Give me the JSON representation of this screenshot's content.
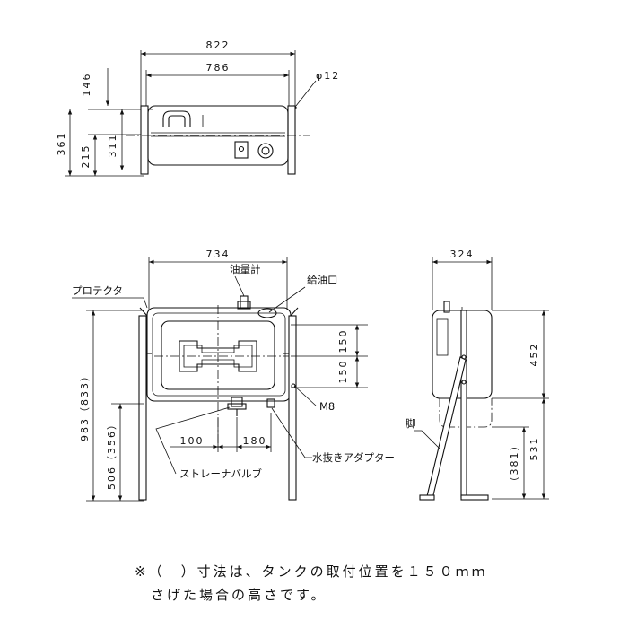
{
  "top_view": {
    "dims": {
      "overall_width": "822",
      "inner_width": "786",
      "hole_dia": "φ12",
      "h146": "146",
      "h361": "361",
      "h215": "215",
      "h311": "311"
    }
  },
  "front_view": {
    "dims": {
      "width": "734",
      "d150a": "150",
      "d150b": "150",
      "h983": "983（833）",
      "h506": "506（356）",
      "d100": "100",
      "d180": "180"
    },
    "labels": {
      "gauge": "油量計",
      "filler": "給油口",
      "protector": "プロテクタ",
      "bolt": "M8",
      "strainer": "ストレーナバルブ",
      "drain": "水抜きアダプター"
    }
  },
  "side_view": {
    "dims": {
      "depth": "324",
      "h452": "452",
      "h531": "531",
      "h381": "（381）"
    },
    "labels": {
      "leg": "脚"
    }
  },
  "notes": {
    "line1": "※（　）寸法は、タンクの取付位置を１５０ｍｍ",
    "line2": "さげた場合の高さです。"
  }
}
